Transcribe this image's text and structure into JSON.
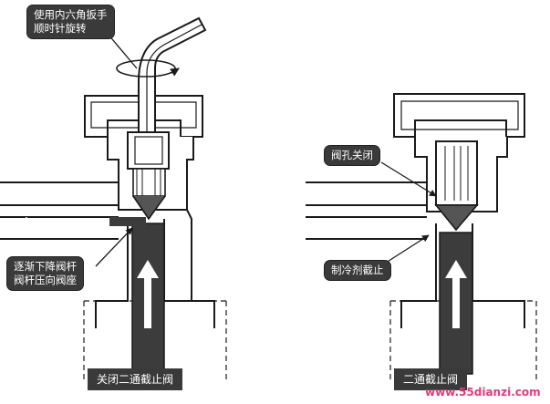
{
  "left_valve": {
    "callout_top": [
      "使用内六角扳手",
      "顺时针旋转"
    ],
    "callout_bottom": [
      "逐渐下降阀杆",
      "阀杆压向阀座"
    ],
    "caption": "关闭二通截止阀"
  },
  "right_valve": {
    "callout_orifice": "阀孔关闭",
    "callout_refrigerant": "制冷剂截止",
    "caption": "二通截止阀"
  },
  "watermark": "www.55dianzi.com",
  "colors": {
    "callout_bg": "#3a3a3a",
    "line": "#1a1a1a",
    "fill_dark": "#3c3c3c",
    "watermark": "#e23b7a"
  }
}
